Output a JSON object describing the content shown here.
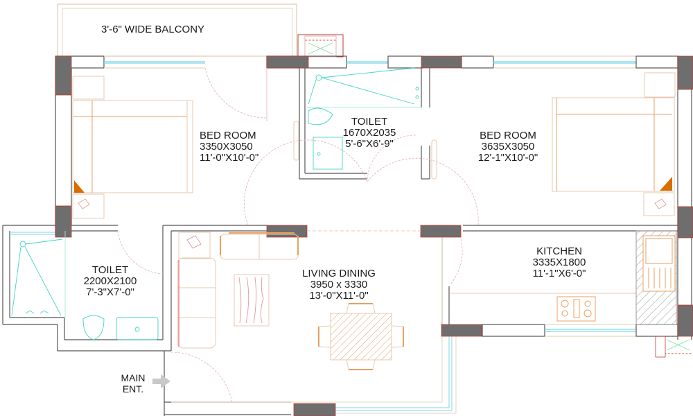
{
  "plan": {
    "title": "Apartment Floor Plan",
    "colors": {
      "wall": "#555555",
      "column": "#6e6e6e",
      "column_edge": "#c0392b",
      "window_glass": "#7fd6e6",
      "furniture": "#e8a060",
      "furniture_light": "#e7c9b0",
      "sanitary": "#3dd6c4",
      "door_arc": "#e6bcbc",
      "text": "#1a1a1a",
      "entry_arrow": "#c8c8c8"
    },
    "rooms": [
      {
        "id": "balcony",
        "name": "3'-6\" WIDE BALCONY",
        "metric": "",
        "imperial": ""
      },
      {
        "id": "bedroom1",
        "name": "BED ROOM",
        "metric": "3350X3050",
        "imperial": "11'-0\"X10'-0\""
      },
      {
        "id": "toilet1",
        "name": "TOILET",
        "metric": "1670X2035",
        "imperial": "5'-6\"X6'-9\""
      },
      {
        "id": "bedroom2",
        "name": "BED ROOM",
        "metric": "3635X3050",
        "imperial": "12'-1\"X10'-0\""
      },
      {
        "id": "toilet2",
        "name": "TOILET",
        "metric": "2200X2100",
        "imperial": "7'-3\"X7'-0\""
      },
      {
        "id": "living",
        "name": "LIVING DINING",
        "metric": "3950 x 3330",
        "imperial": "13'-0\"X11'-0\""
      },
      {
        "id": "kitchen",
        "name": "KITCHEN",
        "metric": "3335X1800",
        "imperial": "11'-1\"X6'-0\""
      }
    ],
    "entry": {
      "line1": "MAIN",
      "line2": "ENT."
    }
  }
}
